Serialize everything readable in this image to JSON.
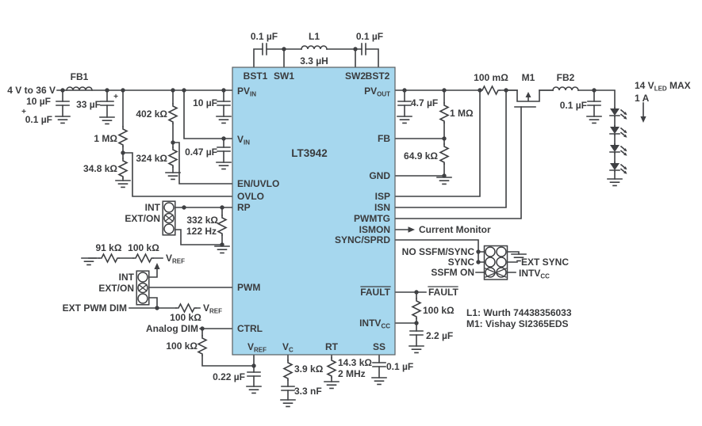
{
  "colors": {
    "wire": "#3f4043",
    "text": "#3a3b3d",
    "ic_fill": "#a6d7ee"
  },
  "ic": {
    "part": "LT3942",
    "top": [
      "BST1",
      "SW1",
      "SW2",
      "BST2"
    ],
    "left": {
      "pvin": [
        "PV",
        "IN"
      ],
      "vin": [
        "V",
        "IN"
      ],
      "en": "EN/UVLO",
      "ovlo": "OVLO",
      "rp": "RP",
      "pwm": "PWM",
      "ctrl": "CTRL"
    },
    "right": {
      "pvout": [
        "PV",
        "OUT"
      ],
      "fb": "FB",
      "gnd": "GND",
      "isp": "ISP",
      "isn": "ISN",
      "pwmtg": "PWMTG",
      "ismon": "ISMON",
      "sync": "SYNC/SPRD",
      "fault": "FAULT",
      "intvcc": [
        "INTV",
        "CC"
      ]
    },
    "bottom": {
      "vref": [
        "V",
        "REF"
      ],
      "vc": [
        "V",
        "C"
      ],
      "rt": "RT",
      "ss": "SS"
    }
  },
  "input": {
    "range": "4 V to 36 V",
    "cin_a": "10 µF",
    "cin_plus": "+",
    "cin_b": "0.1 µF",
    "fb1": "FB1",
    "c33": "33 µF",
    "c33_plus": "+",
    "r1m": "1 MΩ",
    "r348": "34.8 kΩ",
    "r402": "402 kΩ",
    "r324": "324 kΩ",
    "c10": "10 µF",
    "c047": "0.47 µF"
  },
  "top": {
    "c1": "0.1 µF",
    "l1": "L1",
    "lval": "3.3 µH",
    "c2": "0.1 µF"
  },
  "rp": {
    "int": "INT",
    "ext": "EXT/ON",
    "r332": "332 kΩ",
    "freq": "122 Hz"
  },
  "dim": {
    "r91": "91 kΩ",
    "r100a": "100 kΩ",
    "vref1": [
      "V",
      "REF"
    ],
    "int": "INT",
    "ext": "EXT/ON",
    "ext_pwm": "EXT PWM DIM",
    "r100b": "100 kΩ",
    "vref2": [
      "V",
      "REF"
    ],
    "analog": "Analog DIM",
    "r100c": "100 kΩ",
    "c022": "0.22 µF"
  },
  "bottom": {
    "r39": "3.9 kΩ",
    "c33n": "3.3 nF",
    "r143": "14.3 kΩ",
    "freq": "2 MHz",
    "css": "0.1 µF"
  },
  "out": {
    "c47": "4.7 µF",
    "r1m": "1 MΩ",
    "r649": "64.9 kΩ",
    "rs": "100 mΩ",
    "m1": "M1",
    "fb2": "FB2",
    "c01": "0.1 µF",
    "led": [
      "14 V",
      "LED",
      " MAX"
    ],
    "amps": "1 A"
  },
  "mon": {
    "label": "Current Monitor"
  },
  "sync": {
    "rows": [
      "NO SSFM/SYNC",
      "SYNC",
      "SSFM ON"
    ],
    "ext": "EXT SYNC",
    "intvcc": [
      "INTV",
      "CC"
    ]
  },
  "fault": {
    "ext": "FAULT",
    "r100": "100 kΩ",
    "c22": "2.2 µF"
  },
  "notes": {
    "l1": "L1: Wurth 74438356033",
    "m1": "M1: Vishay SI2365EDS"
  }
}
